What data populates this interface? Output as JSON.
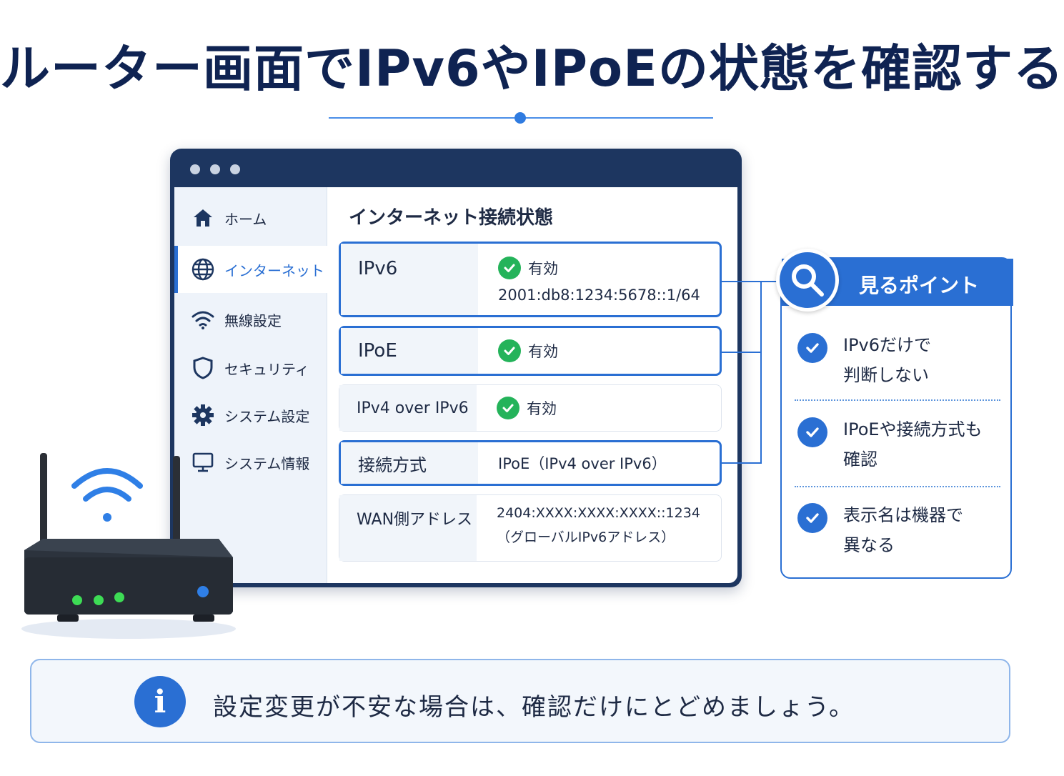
{
  "title": "ルーター画面でIPv6やIPoEの状態を確認する",
  "sidebar": {
    "items": [
      {
        "label": "ホーム",
        "icon": "home-icon"
      },
      {
        "label": "インターネット",
        "icon": "globe-icon",
        "active": true
      },
      {
        "label": "無線設定",
        "icon": "wifi-icon"
      },
      {
        "label": "セキュリティ",
        "icon": "shield-icon"
      },
      {
        "label": "システム設定",
        "icon": "gear-icon"
      },
      {
        "label": "システム情報",
        "icon": "monitor-icon"
      }
    ]
  },
  "panel": {
    "title": "インターネット接続状態",
    "rows": [
      {
        "label": "IPv6",
        "status": "有効",
        "detail": "2001:db8:1234:5678::1/64"
      },
      {
        "label": "IPoE",
        "status": "有効"
      },
      {
        "label": "IPv4 over IPv6",
        "status": "有効"
      },
      {
        "label": "接続方式",
        "value": "IPoE（IPv4 over IPv6）"
      },
      {
        "label": "WAN側アドレス",
        "value": "2404:XXXX:XXXX:XXXX::1234",
        "value2": "（グローバルIPv6アドレス）"
      }
    ]
  },
  "points": {
    "title": "見るポイント",
    "items": [
      {
        "line1": "IPv6だけで",
        "line2": "判断しない"
      },
      {
        "line1": "IPoEや接続方式も",
        "line2": "確認"
      },
      {
        "line1": "表示名は機器で",
        "line2": "異なる"
      }
    ]
  },
  "info": {
    "icon": "i",
    "text": "設定変更が不安な場合は、確認だけにとどめましょう。"
  },
  "colors": {
    "navy": "#0f2352",
    "accent": "#2a6fd3",
    "success": "#24b35a"
  }
}
